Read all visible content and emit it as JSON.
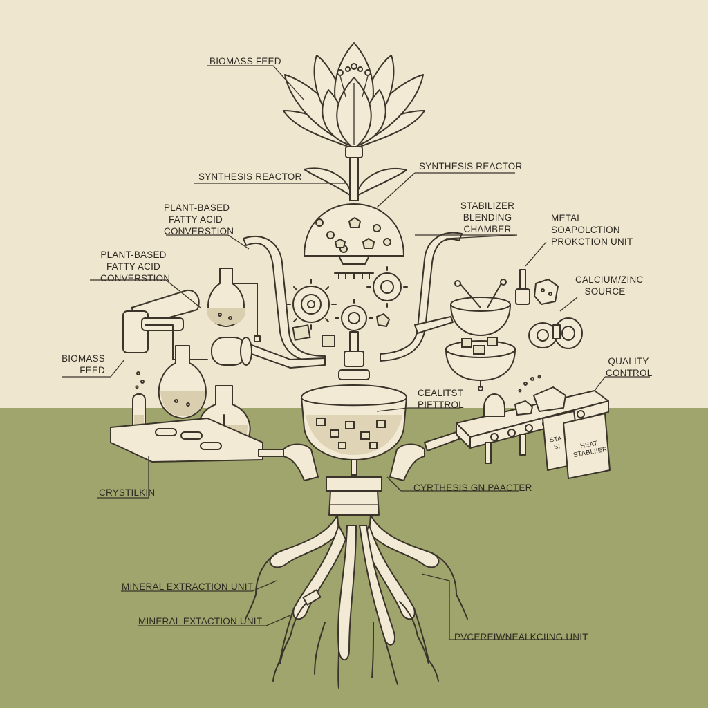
{
  "colors": {
    "paper": "#efe6cf",
    "ground": "#9fa56d",
    "ink": "#3a342a"
  },
  "labels": {
    "biomass_feed_top": "BIOMASS FEED",
    "synthesis_reactor_left": "SYNTHESIS REACTOR",
    "synthesis_reactor_right": "SYNTHESIS REACTOR",
    "plant_based_1": "PLANT-BASED\nFATTY ACID\nCONVERSTION",
    "plant_based_2": "PLANT-BASED\nFATTY ACID\nCONVERSTION",
    "stabilizer_blending": "STABILIZER\nBLENDING\nCHAMBER",
    "metal_soap": "METAL\nSOAPOLCTION\nPROKCTION UNIT",
    "calcium_zinc": "CALCIUM/ZINC\nSOURCE",
    "biomass_feed_left": "BIOMASS\nFEED",
    "quality_control": "QUALITY\nCONTROL",
    "cealitst": "CEALITST\nPIFTTROL",
    "crystilkin": "CRYSTILKIN",
    "cyrthesis": "CYRTHESIS GN PAACTER",
    "mineral_1": "MINERAL EXTRACTION UNIT",
    "mineral_2": "MINERAL EXTACTION UNIT",
    "pvcere": "PVCEREIWNEALKCIING UNIT",
    "bag_text": "HEAT\nSTABLIIER",
    "bag_text_2": "STA\nBI"
  }
}
